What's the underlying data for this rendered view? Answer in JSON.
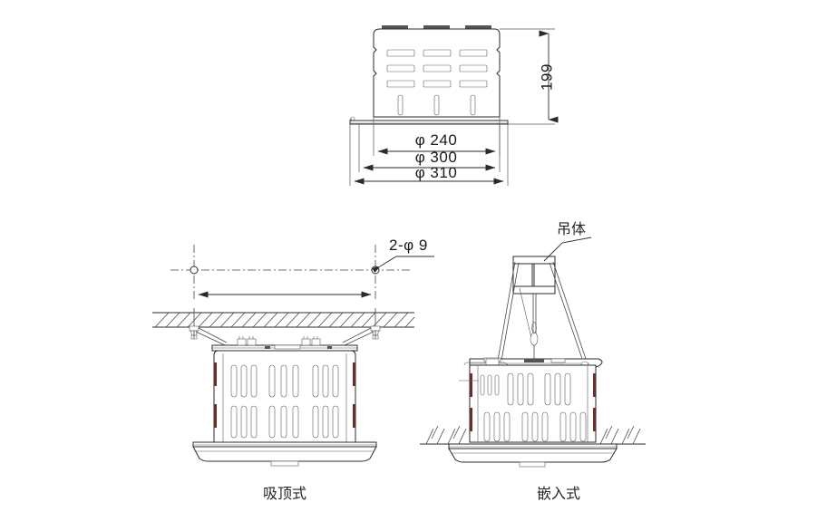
{
  "drawing": {
    "title": "Luminaire installation dimension drawing",
    "background_color": "#ffffff",
    "line_color": "#2b2b2b"
  },
  "top_view": {
    "name": "elevation-with-dimensions",
    "height_dim": "199",
    "width_dims": [
      "φ 240",
      "φ 300",
      "φ 310"
    ],
    "vent_rows": 3,
    "vent_cols": 3,
    "slot_count": 3,
    "top_tabs": 3
  },
  "surface_mount_view": {
    "name": "surface-mounted-installation",
    "caption": "吸顶式",
    "hole_callout": "2-φ 9",
    "hole_count": 2,
    "vent_groups": 3,
    "vent_slots_per_group": 3,
    "vent_rows": 2
  },
  "recessed_view": {
    "name": "recessed-installation",
    "caption": "嵌入式",
    "hanger_label": "吊体",
    "vent_groups": 3,
    "vent_slots_per_group": 3,
    "vent_rows": 2
  }
}
